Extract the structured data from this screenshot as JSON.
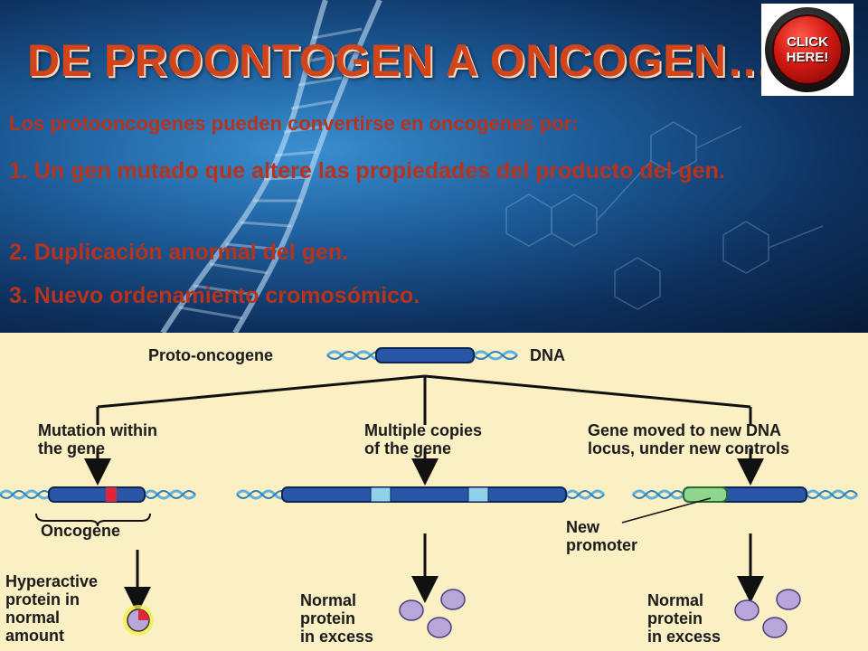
{
  "slide": {
    "title": "DE PROONTOGEN A ONCOGEN…",
    "click_button": {
      "line1": "CLICK",
      "line2": "HERE!"
    },
    "intro": "Los protooncogenes pueden convertirse en oncogenes por:",
    "points": [
      "1. Un gen mutado que altere las propiedades del producto del gen.",
      "2. Duplicación anormal del gen.",
      "3. Nuevo ordenamiento cromosómico."
    ]
  },
  "diagram": {
    "top_left_label": "Proto-oncogene",
    "top_right_label": "DNA",
    "branches": [
      {
        "heading": "Mutation within\nthe gene",
        "sub_label": "Oncogene",
        "result": "Hyperactive\nprotein in\nnormal\namount"
      },
      {
        "heading": "Multiple copies\nof the gene",
        "result": "Normal\nprotein\nin excess"
      },
      {
        "heading": "Gene moved to new DNA\nlocus, under new controls",
        "callout": "New\npromoter",
        "result": "Normal\nprotein\nin excess"
      }
    ],
    "colors": {
      "gene": "#2a56a8",
      "helix": "#5fb0e0",
      "copy_segment": "#8fd0ea",
      "mutation": "#e0243a",
      "promoter": "#8fd68f",
      "protein": "#b7a6d8",
      "hyper_glow": "#f4f04a"
    }
  }
}
